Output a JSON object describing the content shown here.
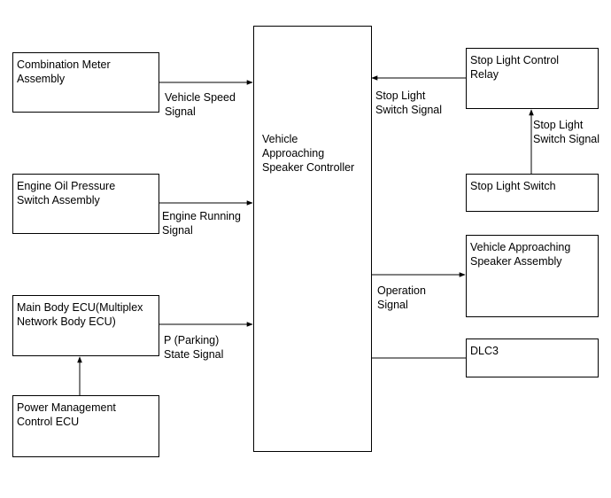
{
  "blocks": {
    "combination_meter": "Combination Meter\nAssembly",
    "engine_oil_switch": "Engine Oil Pressure\nSwitch Assembly",
    "main_body_ecu": "Main Body ECU(Multiplex\nNetwork Body ECU)",
    "power_management": "Power Management\nControl ECU",
    "controller": "Vehicle\nApproaching\nSpeaker Controller",
    "stop_light_relay": "Stop Light Control\nRelay",
    "stop_light_switch": "Stop Light Switch",
    "speaker_assembly": "Vehicle Approaching\nSpeaker Assembly",
    "dlc3": "DLC3"
  },
  "signals": {
    "vehicle_speed": "Vehicle Speed\nSignal",
    "engine_running": "Engine Running\nSignal",
    "parking_state": "P (Parking)\nState Signal",
    "stop_light_to_controller": "Stop Light\nSwitch Signal",
    "stop_light_to_relay": "Stop Light\nSwitch Signal",
    "operation": "Operation\nSignal"
  }
}
